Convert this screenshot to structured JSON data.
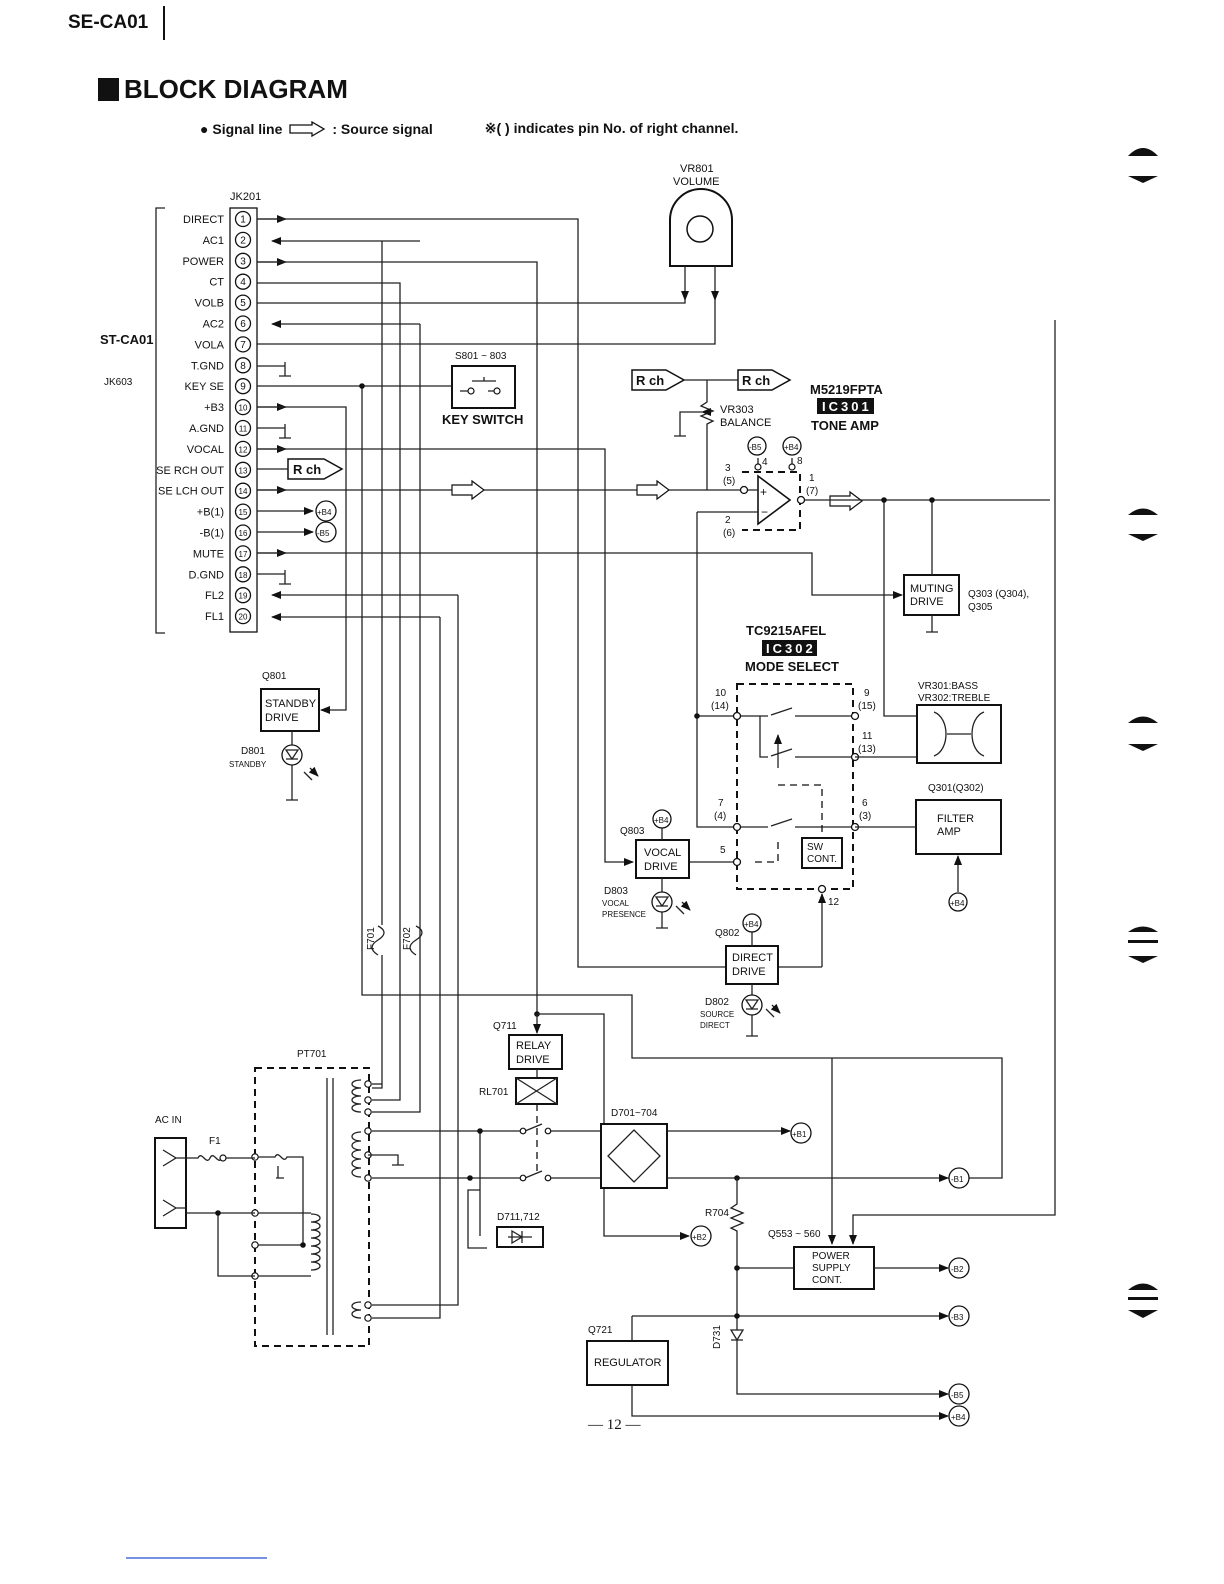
{
  "header": {
    "model": "SE-CA01"
  },
  "title": "BLOCK DIAGRAM",
  "legend": {
    "signal_line": "Signal line",
    "source_signal": ": Source signal",
    "note": "※(      ) indicates pin No. of right channel."
  },
  "connector": {
    "ref": "JK201",
    "left_board": "ST-CA01",
    "left_ref": "JK603",
    "pins": [
      {
        "n": "1",
        "label": "DIRECT"
      },
      {
        "n": "2",
        "label": "AC1"
      },
      {
        "n": "3",
        "label": "POWER"
      },
      {
        "n": "4",
        "label": "CT"
      },
      {
        "n": "5",
        "label": "VOLB"
      },
      {
        "n": "6",
        "label": "AC2"
      },
      {
        "n": "7",
        "label": "VOLA"
      },
      {
        "n": "8",
        "label": "T.GND"
      },
      {
        "n": "9",
        "label": "KEY SE"
      },
      {
        "n": "10",
        "label": "+B3"
      },
      {
        "n": "11",
        "label": "A.GND"
      },
      {
        "n": "12",
        "label": "VOCAL"
      },
      {
        "n": "13",
        "label": "SE RCH OUT"
      },
      {
        "n": "14",
        "label": "SE LCH OUT"
      },
      {
        "n": "15",
        "label": "+B(1)"
      },
      {
        "n": "16",
        "label": "-B(1)"
      },
      {
        "n": "17",
        "label": "MUTE"
      },
      {
        "n": "18",
        "label": "D.GND"
      },
      {
        "n": "19",
        "label": "FL2"
      },
      {
        "n": "20",
        "label": "FL1"
      }
    ]
  },
  "vr801": {
    "ref": "VR801",
    "name": "VOLUME"
  },
  "key_switch": {
    "ref": "S801 ~ 803",
    "name": "KEY SWITCH"
  },
  "rch": "R ch",
  "vr303": {
    "ref": "VR303",
    "name": "BALANCE"
  },
  "ic301": {
    "part": "M5219FPTA",
    "ref": "IC301",
    "name": "TONE AMP",
    "pins": {
      "p3": "3",
      "p5": "(5)",
      "p4": "4",
      "p8": "8",
      "p1": "1",
      "p7": "(7)",
      "p2": "2",
      "p6": "(6)"
    }
  },
  "muting": {
    "line1": "MUTING",
    "line2": "DRIVE",
    "ref1": "Q303 (Q304),",
    "ref2": "Q305"
  },
  "ic302": {
    "part": "TC9215AFEL",
    "ref": "IC302",
    "name": "MODE SELECT",
    "pins": {
      "p10": "10",
      "p14": "(14)",
      "p9": "9",
      "p15": "(15)",
      "p11": "11",
      "p13": "(13)",
      "p7": "7",
      "p4": "(4)",
      "p6": "6",
      "p3": "(3)",
      "p5": "5",
      "p12": "12"
    }
  },
  "sw_cont": {
    "line1": "SW",
    "line2": "CONT."
  },
  "vr301": {
    "line1": "VR301:BASS",
    "line2": "VR302:TREBLE"
  },
  "filter": {
    "ref": "Q301(Q302)",
    "line1": "FILTER",
    "line2": "AMP"
  },
  "standby": {
    "ref": "Q801",
    "line1": "STANDBY",
    "line2": "DRIVE",
    "led": "D801",
    "led_name": "STANDBY"
  },
  "vocal": {
    "ref": "Q803",
    "line1": "VOCAL",
    "line2": "DRIVE",
    "led": "D803",
    "led_l1": "VOCAL",
    "led_l2": "PRESENCE"
  },
  "direct": {
    "ref": "Q802",
    "line1": "DIRECT",
    "line2": "DRIVE",
    "led": "D802",
    "led_l1": "SOURCE",
    "led_l2": "DIRECT"
  },
  "fuses": {
    "f701": "F701",
    "f702": "F702",
    "f1": "F1"
  },
  "relay": {
    "ref": "Q711",
    "line1": "RELAY",
    "line2": "DRIVE",
    "coil": "RL701"
  },
  "transformer": {
    "ref": "PT701"
  },
  "ac_in": "AC IN",
  "bridge": {
    "ref": "D701~704"
  },
  "d711": {
    "ref": "D711,712"
  },
  "r704": "R704",
  "psu": {
    "ref": "Q553 ~ 560",
    "line1": "POWER",
    "line2": "SUPPLY",
    "line3": "CONT."
  },
  "regulator": {
    "ref": "Q721",
    "name": "REGULATOR"
  },
  "d731": "D731",
  "rails": {
    "b1p": "+B1",
    "b1m": "-B1",
    "b2p": "+B2",
    "b2m": "-B2",
    "b3": "-B3",
    "b4": "+B4",
    "b5": "-B5"
  },
  "page_number": "— 12 —"
}
